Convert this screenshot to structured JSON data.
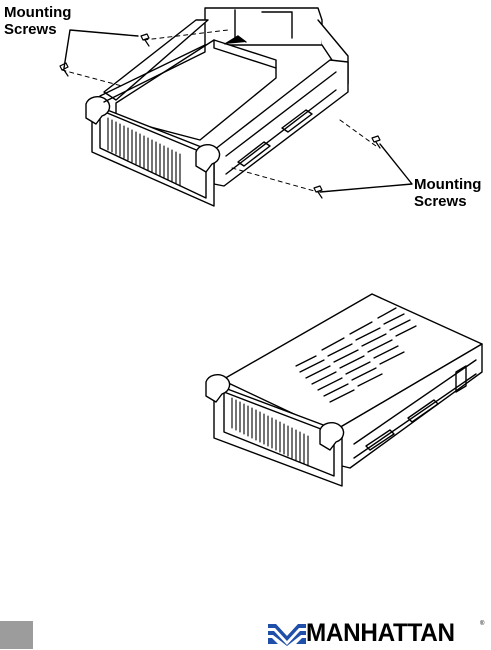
{
  "figures": {
    "top": {
      "callout_left": {
        "line1": "Mounting",
        "line2": "Screws"
      },
      "callout_right": {
        "line1": "Mounting",
        "line2": "Screws"
      }
    },
    "bottom": {}
  },
  "footer": {
    "brand_name": "MANHATTAN",
    "brand_trademark": "®",
    "page_tab_color": "#9c9c9c"
  }
}
